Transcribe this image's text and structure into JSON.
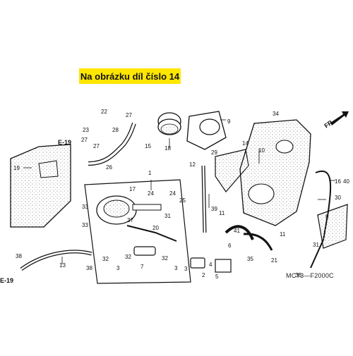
{
  "banner": {
    "text": "Na obrázku díl číslo 14"
  },
  "fr_arrow": {
    "label": "FR."
  },
  "reference_code": "MCT3—F2000C",
  "callout_E19": "E-19",
  "part_numbers": {
    "p1": "1",
    "p2": "2",
    "p3a": "3",
    "p3b": "3",
    "p3c": "3",
    "p4": "4",
    "p5": "5",
    "p6": "6",
    "p7": "7",
    "p8": "8",
    "p9": "9",
    "p10": "10",
    "p11a": "11",
    "p11b": "11",
    "p12": "12",
    "p13": "13",
    "p14": "14",
    "p15": "15",
    "p16": "16",
    "p17": "17",
    "p18": "18",
    "p19": "19",
    "p20": "20",
    "p21": "21",
    "p22": "22",
    "p23": "23",
    "p24a": "24",
    "p24b": "24",
    "p25": "25",
    "p26": "26",
    "p27a": "27",
    "p27b": "27",
    "p27c": "27",
    "p28": "28",
    "p29": "29",
    "p30": "30",
    "p31a": "31",
    "p31b": "31",
    "p32a": "32",
    "p32b": "32",
    "p32c": "32",
    "p33a": "33",
    "p33b": "33",
    "p34": "34",
    "p35": "35",
    "p36": "36",
    "p37": "37",
    "p38a": "38",
    "p38b": "38",
    "p39": "39",
    "p40": "40",
    "p41": "41"
  },
  "colors": {
    "banner": "#ffe600",
    "line": "#111111"
  }
}
